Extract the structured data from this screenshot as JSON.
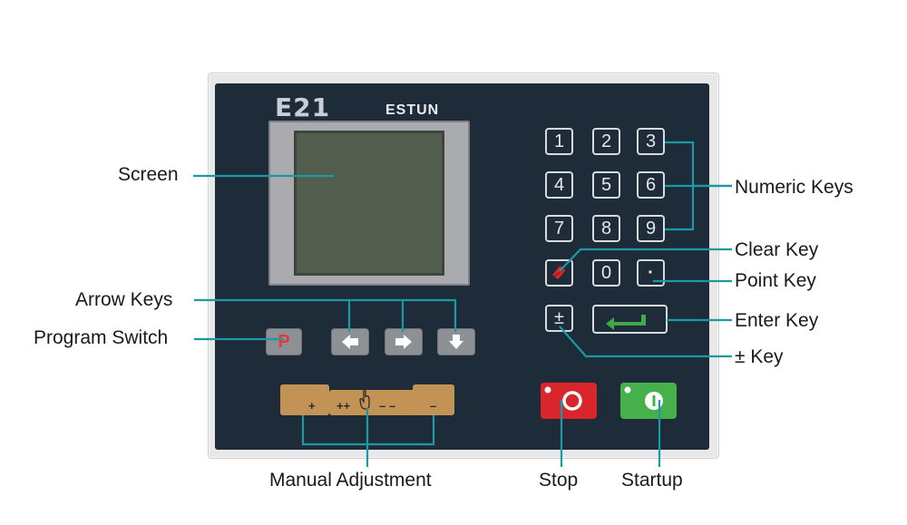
{
  "controller": {
    "model": "E21",
    "brand": "ESTUN"
  },
  "keypad": {
    "digits": [
      "1",
      "2",
      "3",
      "4",
      "5",
      "6",
      "7",
      "8",
      "9"
    ],
    "zero": "0",
    "point": "·",
    "plusminus": "±"
  },
  "manual": {
    "plus": "+",
    "plusplus": "++",
    "minusminus": "– –",
    "minus": "–"
  },
  "program_key": "P",
  "labels": {
    "screen": "Screen",
    "arrow_keys": "Arrow Keys",
    "program_switch": "Program Switch",
    "numeric_keys": "Numeric Keys",
    "clear_key": "Clear Key",
    "point_key": "Point Key",
    "enter_key": "Enter Key",
    "plusminus_key": "± Key",
    "manual_adjustment": "Manual Adjustment",
    "stop": "Stop",
    "startup": "Startup"
  },
  "colors": {
    "panel": "#1e2b39",
    "callout_line": "#1b9aa5",
    "stop": "#d8262c",
    "start": "#46b04a",
    "enter_arrow": "#3fa84a",
    "manual_key": "#c39356"
  }
}
